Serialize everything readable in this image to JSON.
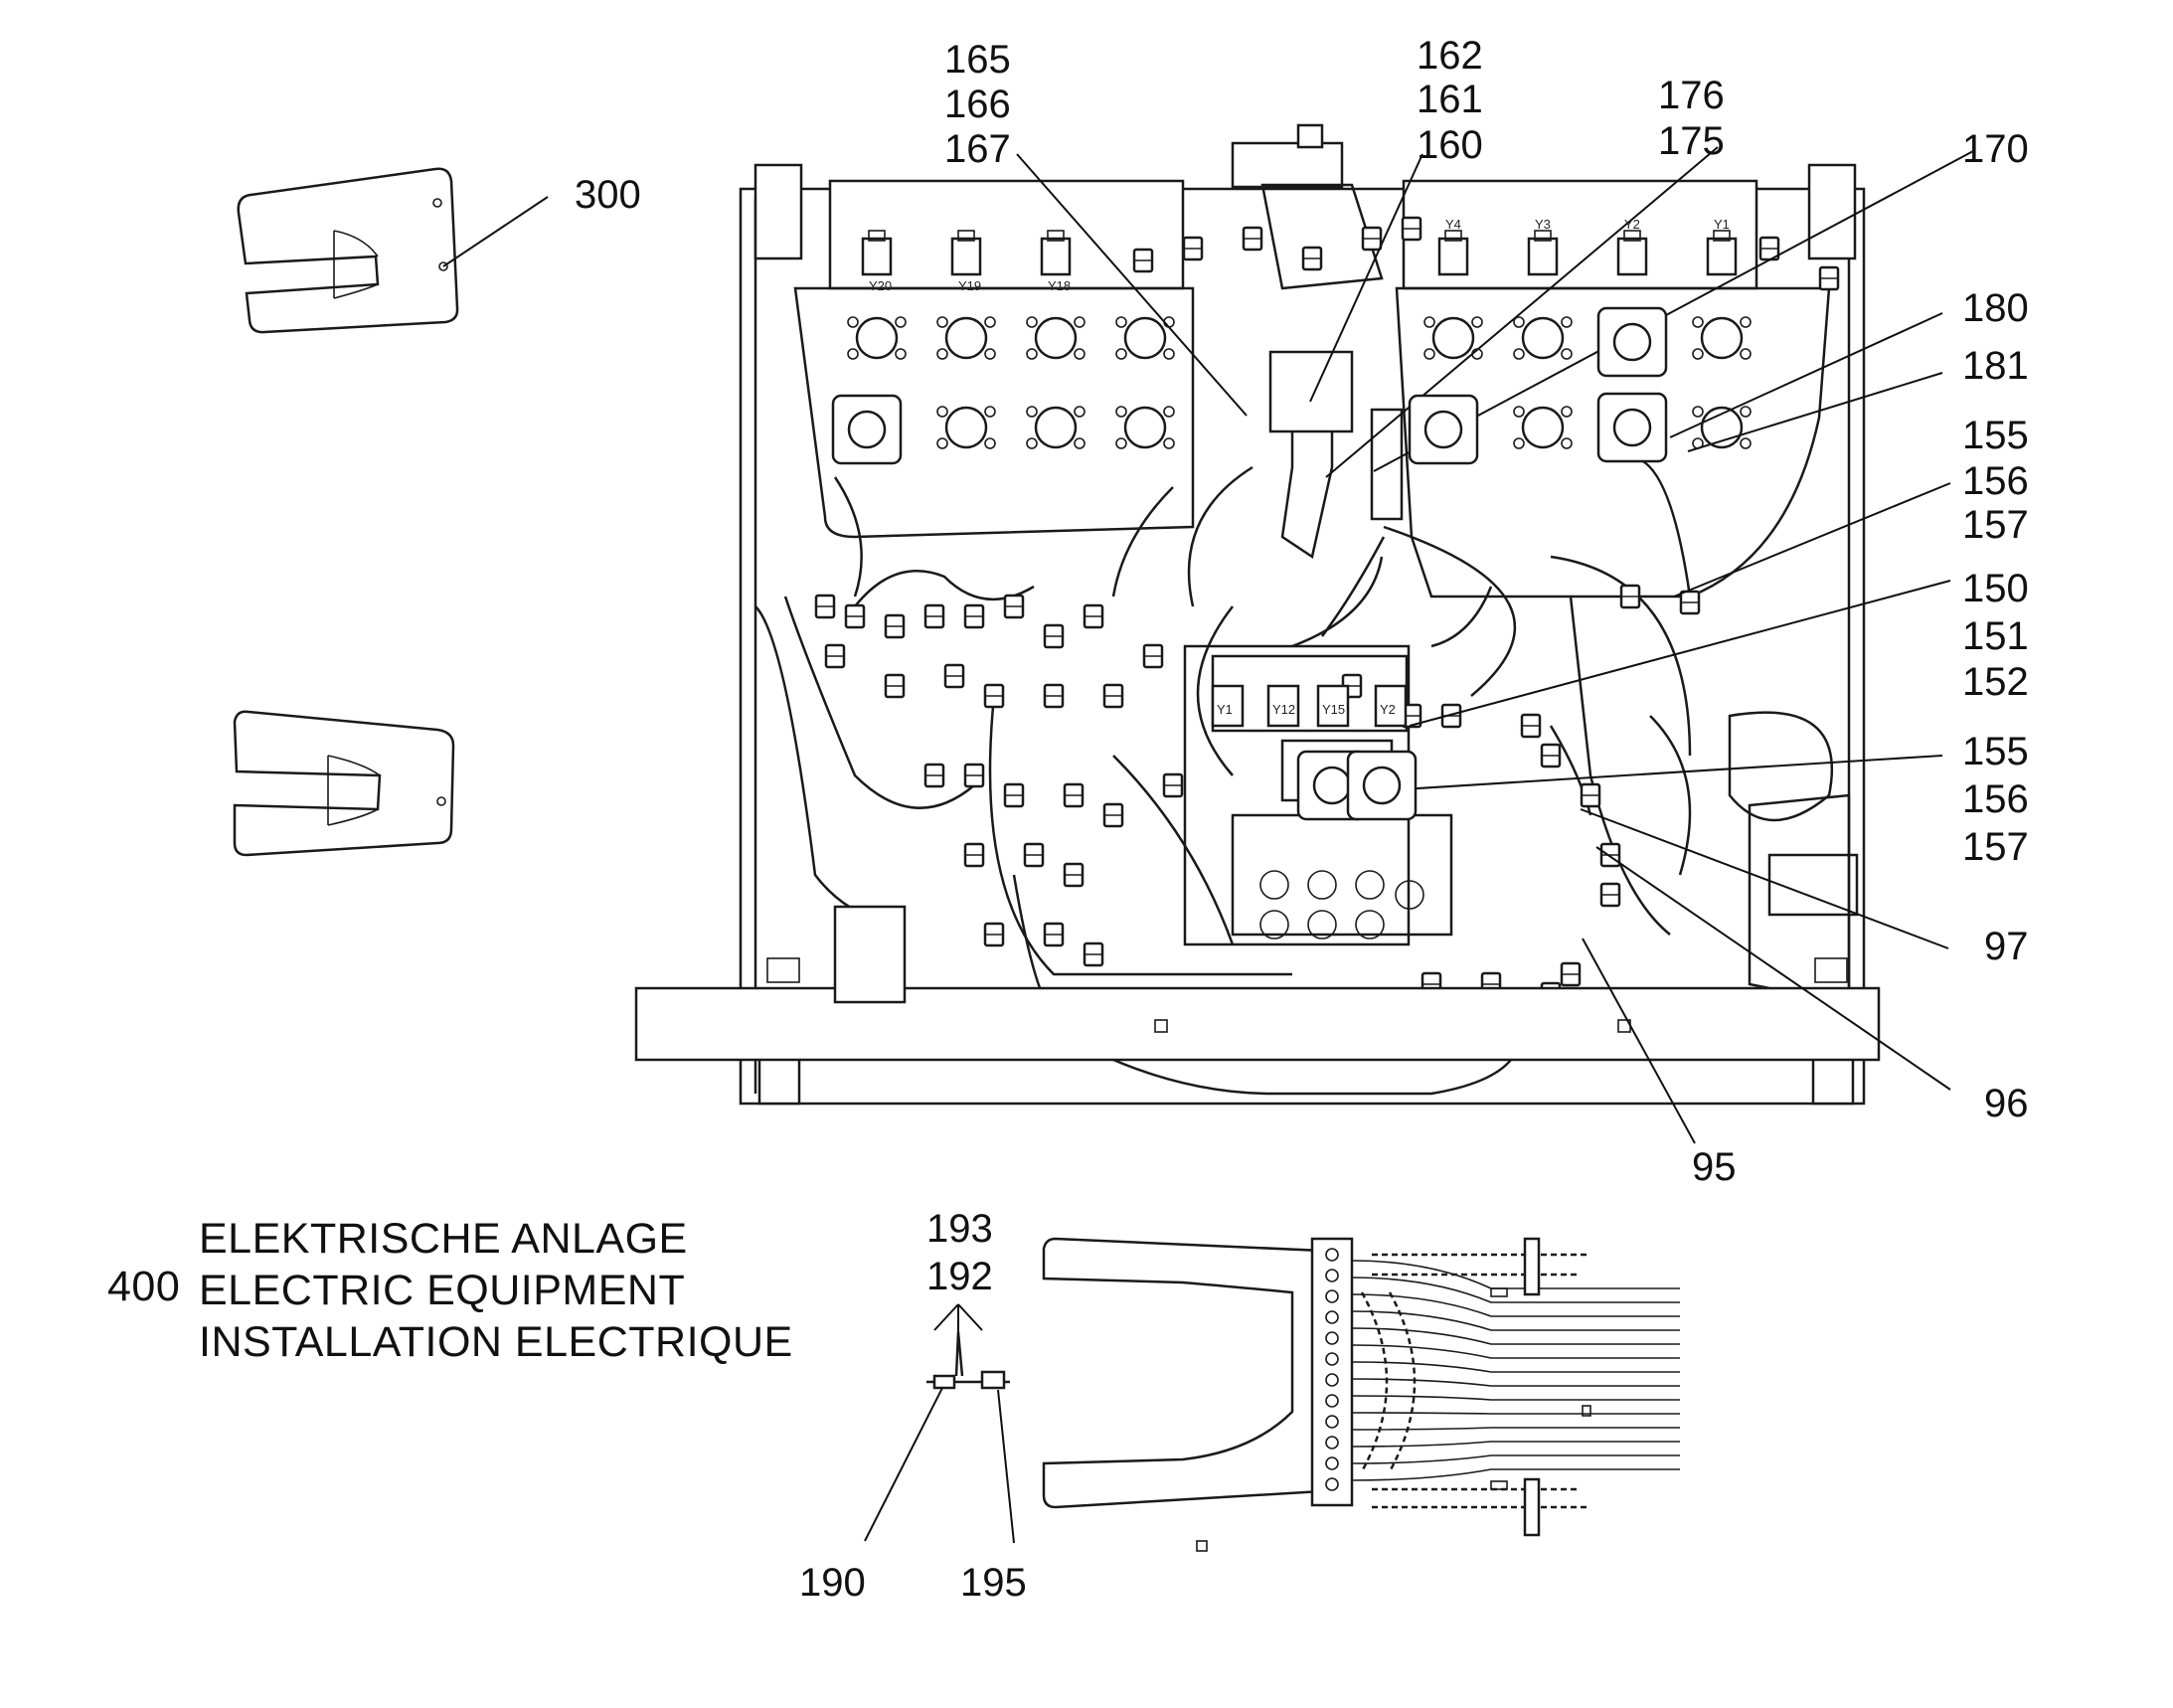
{
  "diagram": {
    "title_number": "400",
    "title_lines": [
      "ELEKTRISCHE ANLAGE",
      "ELECTRIC EQUIPMENT",
      "INSTALLATION ELECTRIQUE"
    ],
    "valve_labels": [
      "Y20",
      "Y19",
      "Y18",
      "Y4",
      "Y3",
      "Y2",
      "Y1",
      "Y12",
      "Y15",
      "Y2"
    ],
    "callouts": {
      "c165": "165",
      "c166": "166",
      "c167": "167",
      "c162": "162",
      "c161": "161",
      "c160": "160",
      "c176": "176",
      "c175": "175",
      "c170": "170",
      "c180": "180",
      "c181": "181",
      "c155a": "155",
      "c156a": "156",
      "c157a": "157",
      "c150": "150",
      "c151": "151",
      "c152": "152",
      "c155b": "155",
      "c156b": "156",
      "c157b": "157",
      "c97": "97",
      "c96": "96",
      "c95": "95",
      "c300": "300",
      "c193": "193",
      "c192": "192",
      "c190": "190",
      "c195": "195"
    }
  }
}
